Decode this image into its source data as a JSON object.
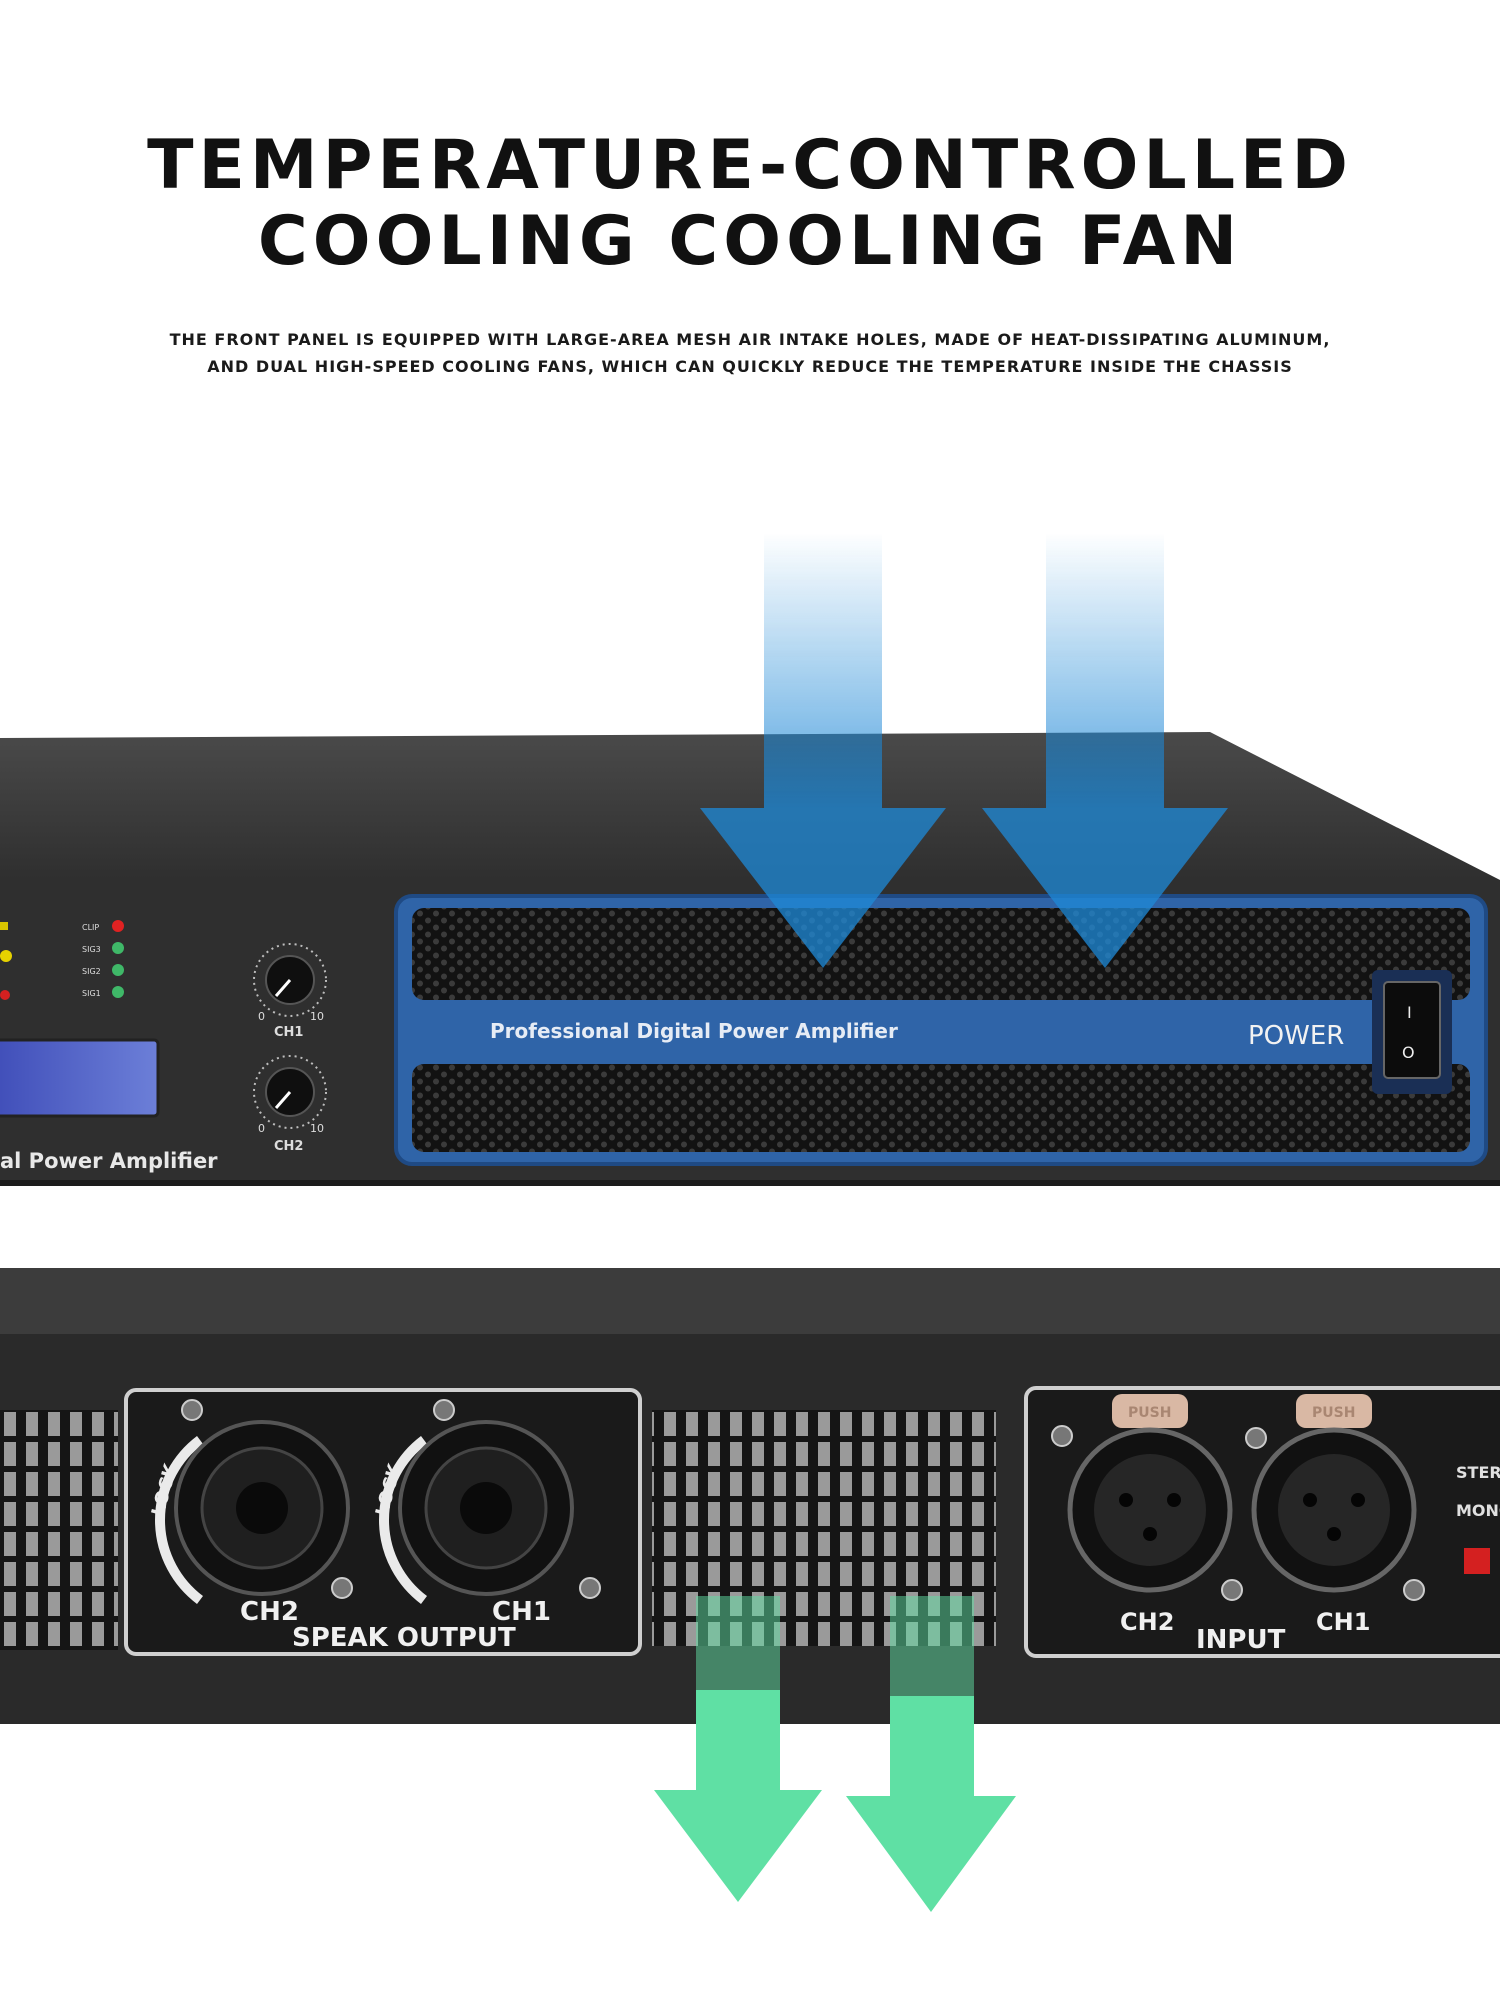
{
  "headline": {
    "line1": "TEMPERATURE-CONTROLLED",
    "line2": "COOLING COOLING FAN"
  },
  "subtitle": {
    "line1": "THE FRONT PANEL IS EQUIPPED WITH LARGE-AREA MESH AIR INTAKE HOLES, MADE OF HEAT-DISSIPATING ALUMINUM,",
    "line2": "AND DUAL HIGH-SPEED COOLING FANS, WHICH CAN QUICKLY REDUCE THE TEMPERATURE INSIDE THE CHASSIS"
  },
  "front_panel": {
    "brand_text": "Professional Digital Power Amplifier",
    "brand_text_left": "al Power Amplifier",
    "power_label": "POWER",
    "switch_on": "I",
    "switch_off": "O",
    "knob_ch1": "CH1",
    "knob_ch2": "CH2",
    "knob_min": "0",
    "knob_max": "10",
    "leds": [
      "CLIP",
      "SIG3",
      "SIG2",
      "SIG1"
    ]
  },
  "rear_panel": {
    "lock_label": "LOCK",
    "speak_ch2": "CH2",
    "speak_ch1": "CH1",
    "speak_output_label": "SPEAK OUTPUT",
    "push_label": "PUSH",
    "input_ch2": "CH2",
    "input_ch1": "CH1",
    "input_label": "INPUT",
    "stereo_label": "STEREO",
    "mono_label": "MONO"
  },
  "colors": {
    "intake_arrow": "#1e88d6",
    "exhaust_arrow": "#5fe0a4",
    "panel_blue": "#2f64a8",
    "chassis": "#333333"
  },
  "icons": [
    "intake-arrow-icon",
    "exhaust-arrow-icon",
    "knob-icon",
    "speakon-connector-icon",
    "xlr-connector-icon",
    "power-switch-icon",
    "led-indicator-icon"
  ]
}
